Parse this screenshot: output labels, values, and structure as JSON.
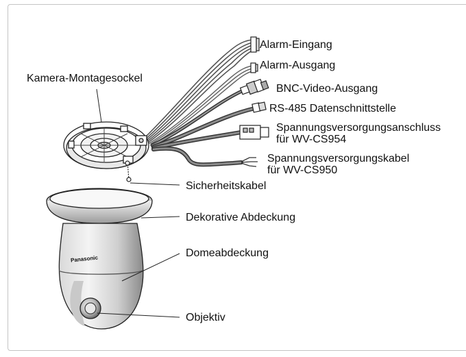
{
  "labels": {
    "mount_base": "Kamera-Montagesockel",
    "alarm_in": "Alarm-Eingang",
    "alarm_out": "Alarm-Ausgang",
    "bnc_out": "BNC-Video-Ausgang",
    "rs485": "RS-485 Datenschnittstelle",
    "power_conn_1": "Spannungsversorgungsanschluss",
    "power_conn_2": "für WV-CS954",
    "power_cable_1": "Spannungsversorgungskabel",
    "power_cable_2": "für WV-CS950",
    "safety_cable": "Sicherheitskabel",
    "decor_cover": "Dekorative Abdeckung",
    "dome_cover": "Domeabdeckung",
    "lens": "Objektiv"
  },
  "brand": "Panasonic"
}
